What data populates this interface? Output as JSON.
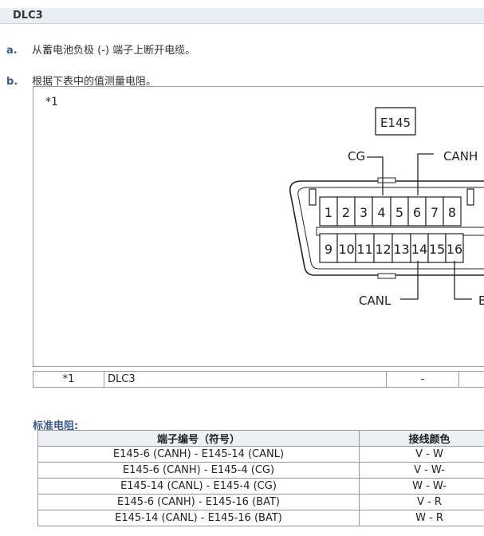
{
  "header": {
    "title": "DLC3"
  },
  "steps": [
    {
      "marker": "a.",
      "text": "从蓄电池负极 (-) 端子上断开电缆。"
    },
    {
      "marker": "b.",
      "text": "根据下表中的值测量电阻。"
    }
  ],
  "figure": {
    "label": "*1",
    "connector_id": "E145",
    "pins_top": [
      "1",
      "2",
      "3",
      "4",
      "5",
      "6",
      "7",
      "8"
    ],
    "pins_bottom": [
      "9",
      "10",
      "11",
      "12",
      "13",
      "14",
      "15",
      "16"
    ],
    "callouts": {
      "cg": "CG",
      "canh": "CANH",
      "canl": "CANL",
      "bat": "B"
    }
  },
  "legend": {
    "key": "*1",
    "name": "DLC3",
    "dash": "-"
  },
  "standard": {
    "title": "标准电阻:",
    "headers": [
      "端子编号（符号）",
      "接线颜色"
    ],
    "rows": [
      {
        "terminal": "E145-6 (CANH) - E145-14 (CANL)",
        "wire": "V - W"
      },
      {
        "terminal": "E145-6 (CANH) - E145-4 (CG)",
        "wire": "V - W-"
      },
      {
        "terminal": "E145-14 (CANL) - E145-4 (CG)",
        "wire": "W - W-"
      },
      {
        "terminal": "E145-6 (CANH) - E145-16 (BAT)",
        "wire": "V - R"
      },
      {
        "terminal": "E145-14 (CANL) - E145-16 (BAT)",
        "wire": "W - R"
      }
    ]
  }
}
